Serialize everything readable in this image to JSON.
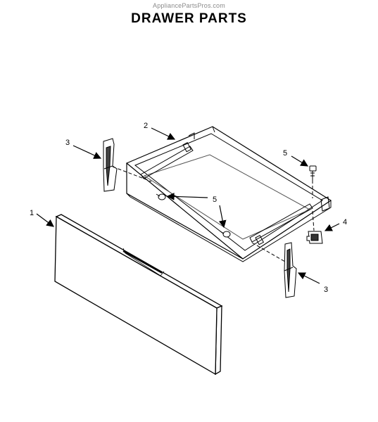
{
  "watermark": "AppliancePartsPros.com",
  "title": "DRAWER PARTS",
  "callouts": [
    {
      "id": "front-panel",
      "label": "1"
    },
    {
      "id": "drawer-liner",
      "label": "2"
    },
    {
      "id": "slide-left",
      "label": "3"
    },
    {
      "id": "slide-right",
      "label": "3"
    },
    {
      "id": "clip",
      "label": "4"
    },
    {
      "id": "screw-top-right",
      "label": "5"
    },
    {
      "id": "screw-center",
      "label": "5"
    }
  ]
}
